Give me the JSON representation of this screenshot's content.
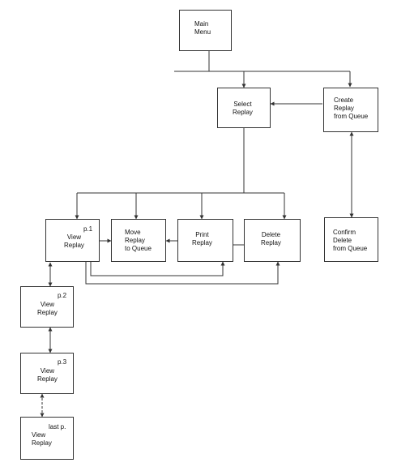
{
  "nodes": {
    "main_menu": "Main\nMenu",
    "select_replay": "Select\nReplay",
    "create_replay": "Create\nReplay\nfrom Queue",
    "view_replay": "View\nReplay",
    "view_replay_page": "p.1",
    "move_replay": "Move\nReplay\nto Queue",
    "print_replay": "Print\nReplay",
    "delete_replay": "Delete\nReplay",
    "confirm_delete": "Confirm\nDelete\nfrom Queue",
    "view_replay_p2": "View\nReplay",
    "view_replay_p2_page": "p.2",
    "view_replay_p3": "View\nReplay",
    "view_replay_p3_page": "p.3",
    "view_replay_last": "View\nReplay",
    "view_replay_last_page": "last p."
  }
}
